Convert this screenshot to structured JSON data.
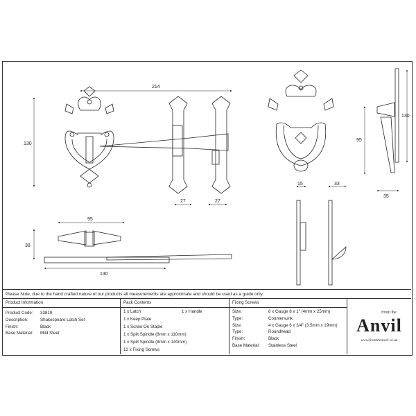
{
  "dimensions": {
    "front_width": "214",
    "front_height": "130",
    "handle_width": "95",
    "keep_width_1": "27",
    "keep_width_2": "27",
    "bottom_height": "38",
    "bottom_width": "130",
    "handle_height_total": "130",
    "handle_height_ring": "95",
    "side_15": "15",
    "side_33": "33",
    "side_35": "35"
  },
  "note": "Please Note, due to the hand crafted nature of our products all measurements are approximate and should be used as a guide only.",
  "product_info": {
    "header": "Product Information",
    "rows": [
      {
        "label": "Product Code:",
        "value": "33819"
      },
      {
        "label": "Description:",
        "value": "Shakespeare Latch Set"
      },
      {
        "label": "Finish:",
        "value": "Black"
      },
      {
        "label": "Base Material:",
        "value": "Mild Steel"
      }
    ]
  },
  "pack_contents": {
    "header": "Pack Contents",
    "items": [
      "1 x Latch",
      "1 x Keep Plate",
      "1 x Screw On Staple",
      "1 x Split Spindle (8mm x 110mm)",
      "1 x Split Spindle (8mm x 140mm)",
      "12 x Fixing Screws"
    ],
    "extra": "1 x Handle"
  },
  "fixing_screws": {
    "header": "Fixing Screws",
    "rows": [
      {
        "label": "Size:",
        "value": "8 x Gauge 8 x 1\" (4mm x 25mm)"
      },
      {
        "label": "Type:",
        "value": "Countersunk"
      },
      {
        "label": "Size:",
        "value": "4 x Gauge 6 x 3/4\" (3.5mm x 19mm)"
      },
      {
        "label": "Type:",
        "value": "Roundhead"
      },
      {
        "label": "Finish:",
        "value": "Black"
      },
      {
        "label": "Base Material:",
        "value": "Stainless Steel"
      }
    ]
  },
  "logo": {
    "from": "From the",
    "brand": "Anvil",
    "url": "www.fromtheanvil.co.uk"
  }
}
